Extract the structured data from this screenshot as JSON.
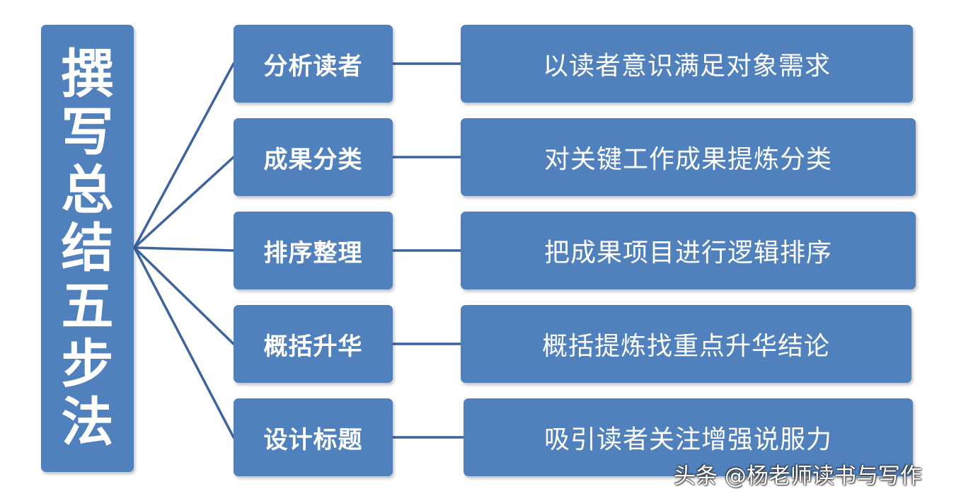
{
  "title": {
    "chars": [
      "撰",
      "写",
      "总",
      "结",
      "五",
      "步",
      "法"
    ]
  },
  "steps": [
    {
      "label": "分析读者",
      "desc": "以读者意识满足对象需求"
    },
    {
      "label": "成果分类",
      "desc": "对关键工作成果提炼分类"
    },
    {
      "label": "排序整理",
      "desc": "把成果项目进行逻辑排序"
    },
    {
      "label": "概括升华",
      "desc": "概括提炼找重点升华结论"
    },
    {
      "label": "设计标题",
      "desc": "吸引读者关注增强说服力"
    }
  ],
  "watermark": "头条 @杨老师读书与写作",
  "colors": {
    "box": "#5081bd",
    "line": "#3d64a0",
    "text": "#ffffff"
  }
}
